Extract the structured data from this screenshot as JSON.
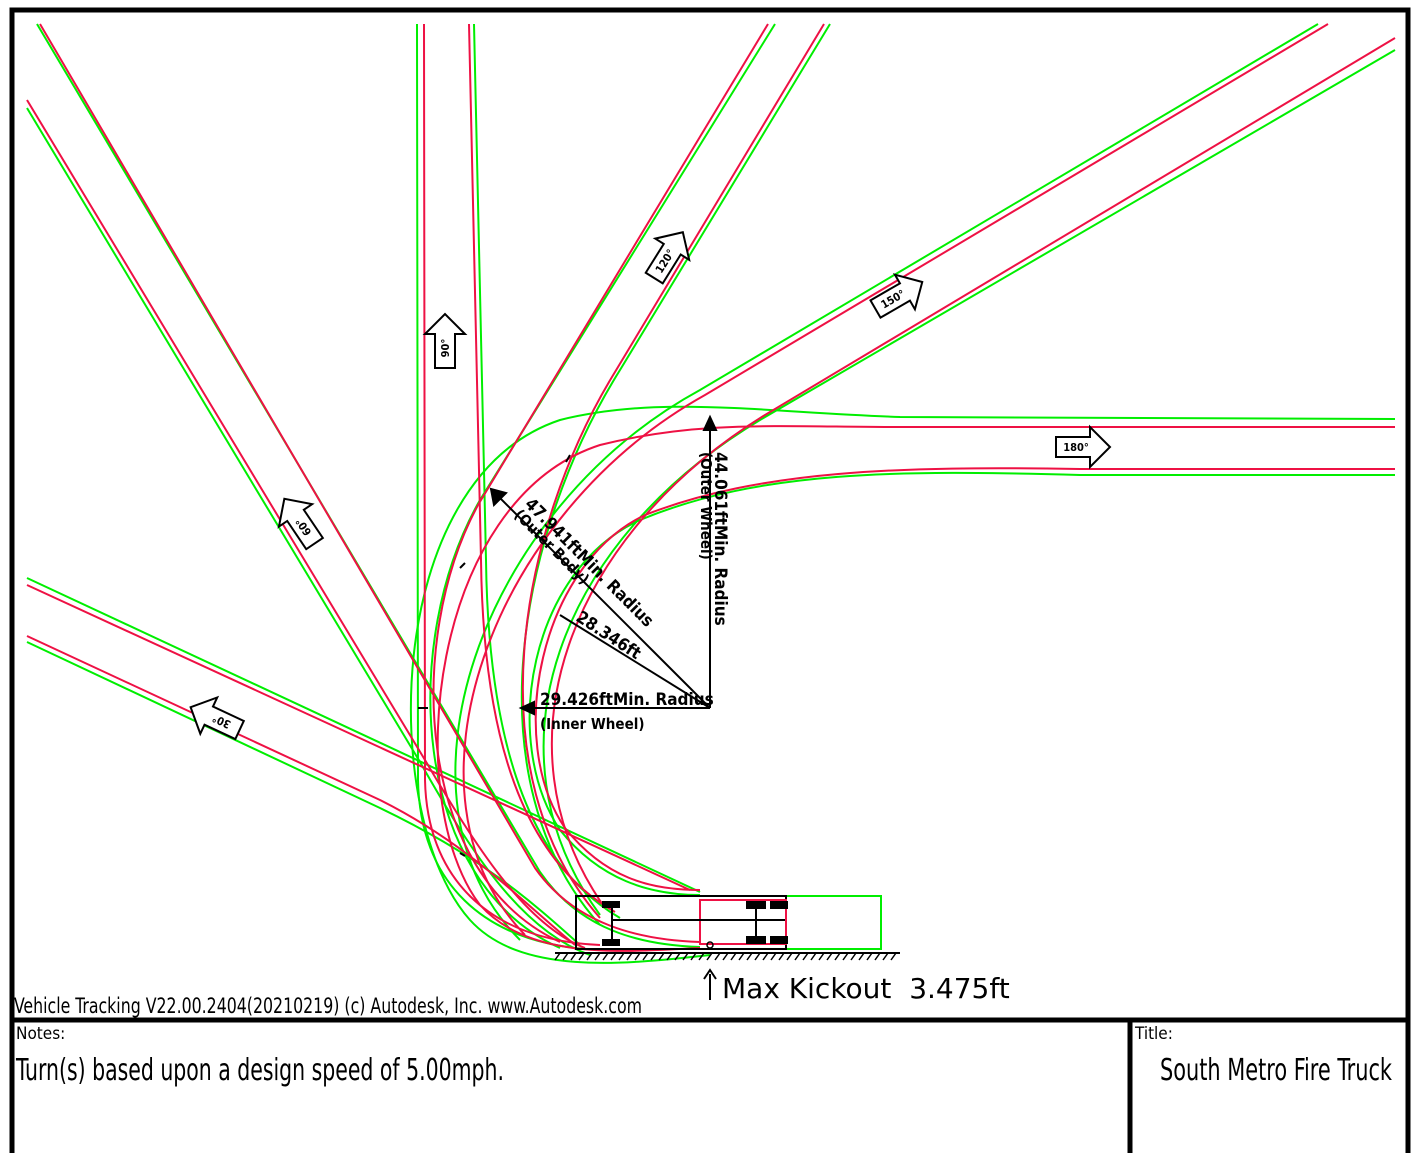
{
  "colors": {
    "background": "#ffffff",
    "frame": "#000000",
    "body_path": "#00ee00",
    "wheel_path": "#ee1144",
    "dimension": "#000000"
  },
  "turn_arrows": [
    {
      "label": "30°"
    },
    {
      "label": "60°"
    },
    {
      "label": "90°"
    },
    {
      "label": "120°"
    },
    {
      "label": "150°"
    },
    {
      "label": "180°"
    }
  ],
  "dimensions": {
    "outer_body_value": "47.941ftMin. Radius",
    "outer_body_sub": "(Outer Body)",
    "outer_wheel_value": "44.061ftMin. Radius",
    "outer_wheel_sub": "(Outer Wheel)",
    "mid_value": "28.346ft",
    "inner_wheel_value": "29.426ftMin. Radius",
    "inner_wheel_sub": "(Inner Wheel)",
    "kickout": "Max Kickout  3.475ft"
  },
  "credit": "Vehicle Tracking V22.00.2404(20210219) (c) Autodesk, Inc. www.Autodesk.com",
  "title_block": {
    "notes_label": "Notes:",
    "notes_text": "Turn(s) based upon a design speed of 5.00mph.",
    "title_label": "Title:",
    "title_text": "South Metro Fire Truck"
  }
}
